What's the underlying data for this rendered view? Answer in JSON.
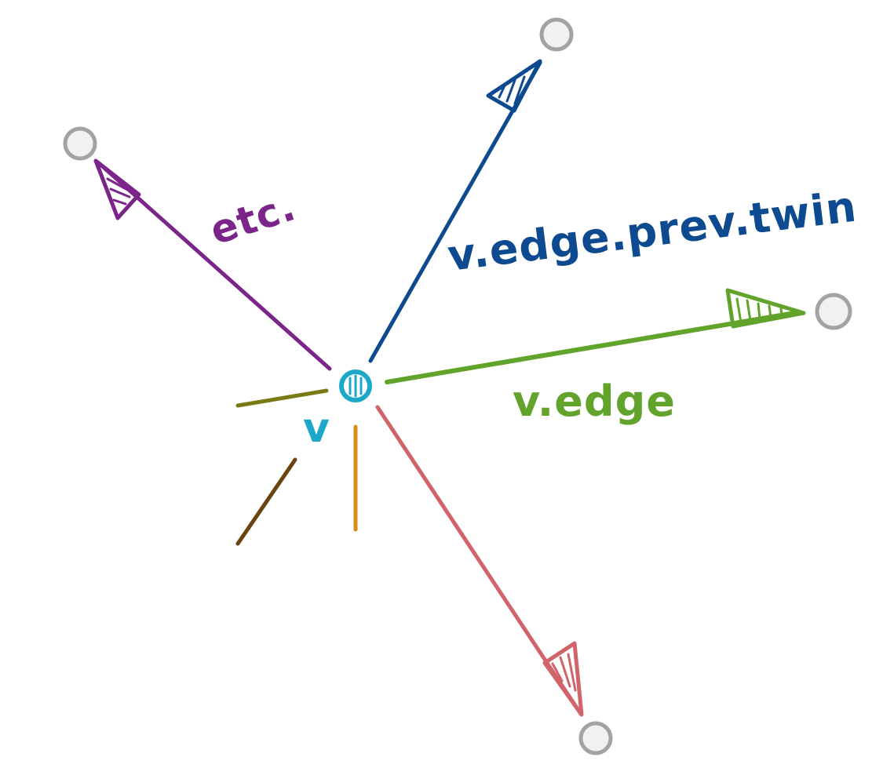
{
  "diagram": {
    "labels": {
      "vertex": "v",
      "edge": "v.edge",
      "prev_twin": "v.edge.prev.twin",
      "etc": "etc."
    },
    "colors": {
      "background": "#ffffff",
      "vertex": "#1ca9c9",
      "edge": "#62a32b",
      "prev_twin": "#0d4a8f",
      "etc": "#7b248a",
      "red_edge": "#d0646a",
      "olive_stub": "#7a7a12",
      "brown_stub": "#6a4410",
      "orange_stub": "#d88a1a",
      "endpoint_fill": "#f1f1f1",
      "endpoint_stroke": "#a3a3a3"
    }
  }
}
